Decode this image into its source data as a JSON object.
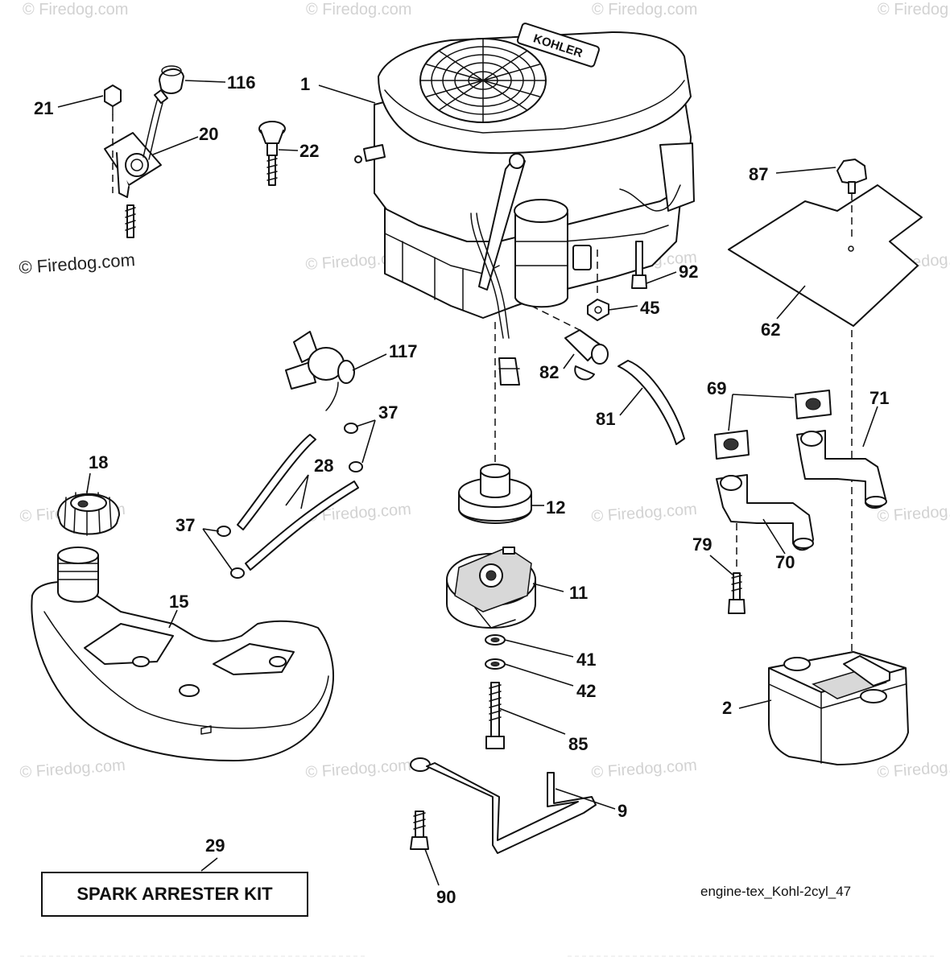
{
  "watermarks": {
    "main": "© Firedog.com",
    "faint": "© Firedog.com"
  },
  "callouts": {
    "p1": "1",
    "p2": "2",
    "p9": "9",
    "p11": "11",
    "p12": "12",
    "p15": "15",
    "p18": "18",
    "p20": "20",
    "p21": "21",
    "p22": "22",
    "p28": "28",
    "p29": "29",
    "p37a": "37",
    "p37b": "37",
    "p41": "41",
    "p42": "42",
    "p45": "45",
    "p62": "62",
    "p69": "69",
    "p70": "70",
    "p71": "71",
    "p79": "79",
    "p81": "81",
    "p82": "82",
    "p85": "85",
    "p87": "87",
    "p90": "90",
    "p92": "92",
    "p116": "116",
    "p117": "117"
  },
  "kit_label": "SPARK ARRESTER KIT",
  "diagram_code": "engine-tex_Kohl-2cyl_47",
  "engine_brand": "KOHLER"
}
